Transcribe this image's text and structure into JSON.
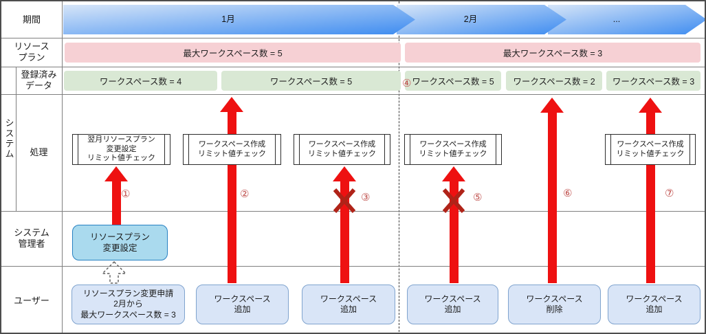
{
  "lanes": {
    "period": "期間",
    "resource_plan": "リソース\nプラン",
    "registered_data": "登録済み\nデータ",
    "system": "システム",
    "process": "処理",
    "admin": "システム\n管理者",
    "user": "ユーザー"
  },
  "periods": [
    {
      "label": "1月"
    },
    {
      "label": "2月"
    },
    {
      "label": "..."
    }
  ],
  "resource_plan_bars": [
    {
      "label": "最大ワークスペース数 = 5"
    },
    {
      "label": "最大ワークスペース数 = 3"
    }
  ],
  "registered_bars": [
    {
      "label": "ワークスペース数 = 4"
    },
    {
      "label": "ワークスペース数 = 5"
    },
    {
      "label": "ワークスペース数 = 5"
    },
    {
      "label": "ワークスペース数 = 2"
    },
    {
      "label": "ワークスペース数 = 3"
    }
  ],
  "process_boxes": [
    {
      "text": "翌月リソースプラン\n変更設定\nリミット値チェック"
    },
    {
      "text": "ワークスペース作成\nリミット値チェック"
    },
    {
      "text": "ワークスペース作成\nリミット値チェック"
    },
    {
      "text": "ワークスペース作成\nリミット値チェック"
    },
    {
      "text": "ワークスペース作成\nリミット値チェック"
    }
  ],
  "steps": [
    {
      "label": "①"
    },
    {
      "label": "②"
    },
    {
      "label": "③"
    },
    {
      "label": "④"
    },
    {
      "label": "⑤"
    },
    {
      "label": "⑥"
    },
    {
      "label": "⑦"
    }
  ],
  "admin_box": {
    "text": "リソースプラン\n変更設定"
  },
  "user_boxes": [
    {
      "text": "リソースプラン変更申請\n2月から\n最大ワークスペース数 = 3"
    },
    {
      "text": "ワークスペース\n追加"
    },
    {
      "text": "ワークスペース\n追加"
    },
    {
      "text": "ワークスペース\n追加"
    },
    {
      "text": "ワークスペース\n削除"
    },
    {
      "text": "ワークスペース\n追加"
    }
  ],
  "colors": {
    "arrow_red": "#ee1111",
    "fail_x_red": "#b02318",
    "step_number_red": "#c0504d",
    "plan_bar_pink": "#f6d0d4",
    "data_bar_green": "#d9e8d4",
    "admin_box_fill": "#aadaee",
    "admin_box_border": "#2680c2",
    "user_box_fill": "#d9e5f7",
    "user_box_border": "#7fa3ce",
    "period_gradient_light": "#d6e5f8",
    "period_gradient_dark": "#3e8cf0",
    "grid_gray": "#7f7f7f"
  }
}
